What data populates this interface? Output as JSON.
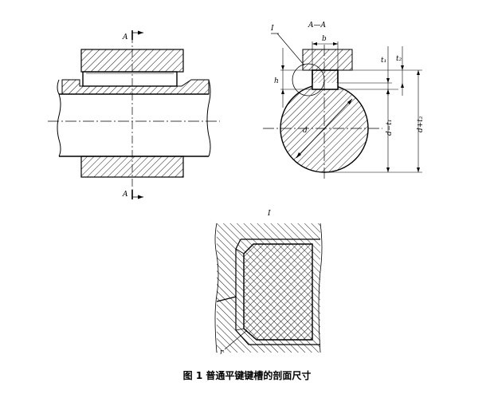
{
  "figure": {
    "caption": "图 1   普通平键键槽的剖面尺寸"
  },
  "labels": {
    "section_mark": "A",
    "section_title": "A—A",
    "detail_mark": "I",
    "b": "b",
    "h": "h",
    "t1": "t₁",
    "t2": "t₂",
    "d": "d",
    "d_minus_t1": "d−t₁",
    "d_plus_t2": "d+t₂",
    "r": "r"
  }
}
